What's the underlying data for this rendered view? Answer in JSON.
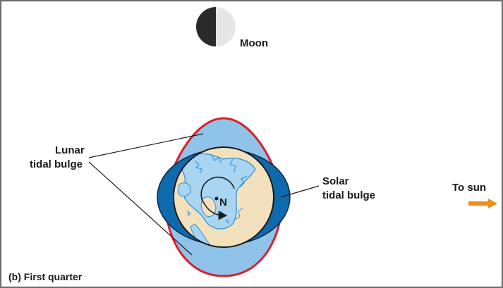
{
  "labels": {
    "moon": "Moon",
    "lunar_bulge_line1": "Lunar",
    "lunar_bulge_line2": "tidal bulge",
    "solar_bulge_line1": "Solar",
    "solar_bulge_line2": "tidal bulge",
    "to_sun": "To sun",
    "north_pole": "N",
    "caption": "(b) First quarter"
  },
  "colors": {
    "frame": "#3a3a3a",
    "lunar_bulge_fill": "#8fc3ea",
    "lunar_bulge_outline": "#d8202a",
    "solar_bulge_fill": "#0f6aad",
    "earth_land": "#f3e1bd",
    "earth_water": "#a9d4f2",
    "coastline": "#2b8fd6",
    "moon_dark": "#2a2a2a",
    "moon_light": "#e6e6e6",
    "sun_arrow": "#f28a1e",
    "leader_line": "#1a1a1a"
  },
  "moon_phase": "first-quarter",
  "icons": {
    "sun_direction": "arrow-right-icon",
    "rotation": "counterclockwise-arrow-icon"
  }
}
